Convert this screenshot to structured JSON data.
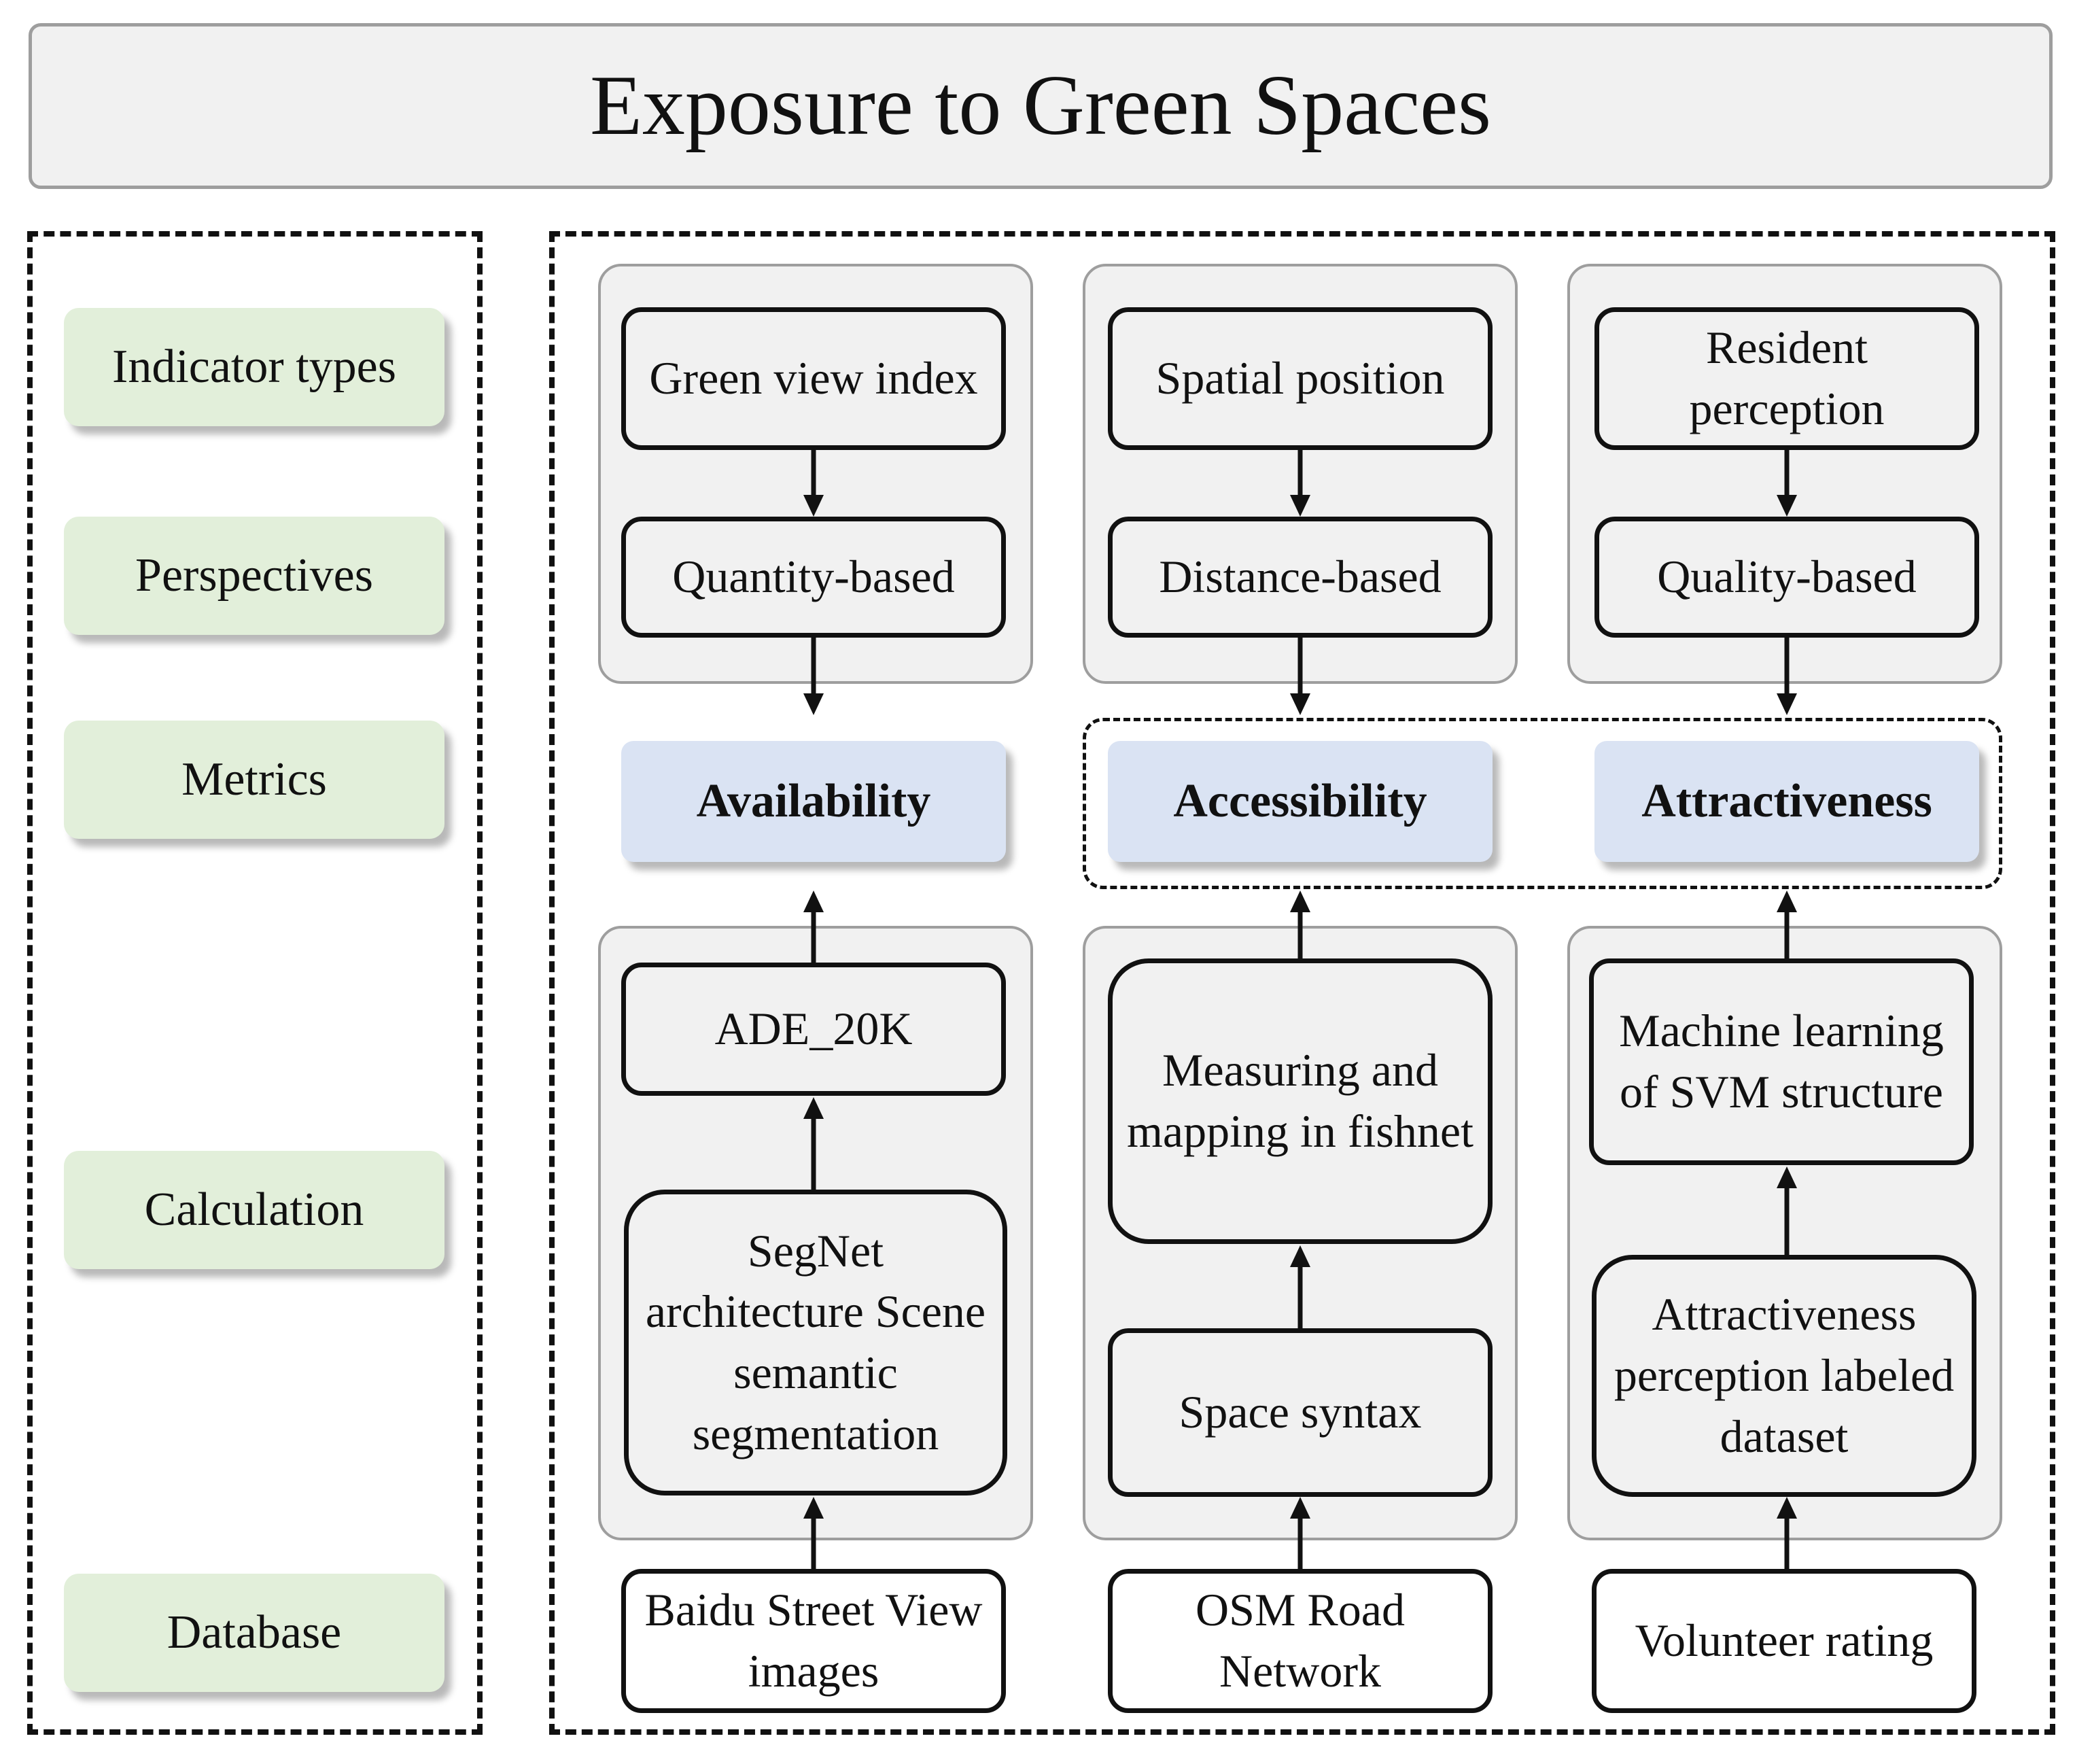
{
  "title": "Exposure to Green Spaces",
  "row_labels": {
    "indicator_types": "Indicator types",
    "perspectives": "Perspectives",
    "metrics": "Metrics",
    "calculation": "Calculation",
    "database": "Database"
  },
  "columns": [
    {
      "indicator": "Green view index",
      "perspective": "Quantity-based",
      "metric": "Availability",
      "calc_top": "ADE_20K",
      "calc_bottom": "SegNet architecture Scene semantic segmentation",
      "database": "Baidu Street View images"
    },
    {
      "indicator": "Spatial position",
      "perspective": "Distance-based",
      "metric": "Accessibility",
      "calc_top": "Measuring and mapping in fishnet",
      "calc_bottom": "Space syntax",
      "database": "OSM Road Network"
    },
    {
      "indicator": "Resident perception",
      "perspective": "Quality-based",
      "metric": "Attractiveness",
      "calc_top": "Machine learning of SVM structure",
      "calc_bottom": "Attractiveness perception labeled dataset",
      "database": "Volunteer rating"
    }
  ],
  "colors": {
    "row_label_fill": "#e2efda",
    "metric_fill": "#dae3f3",
    "panel_fill": "#f1f1f1",
    "line": "#111111"
  }
}
